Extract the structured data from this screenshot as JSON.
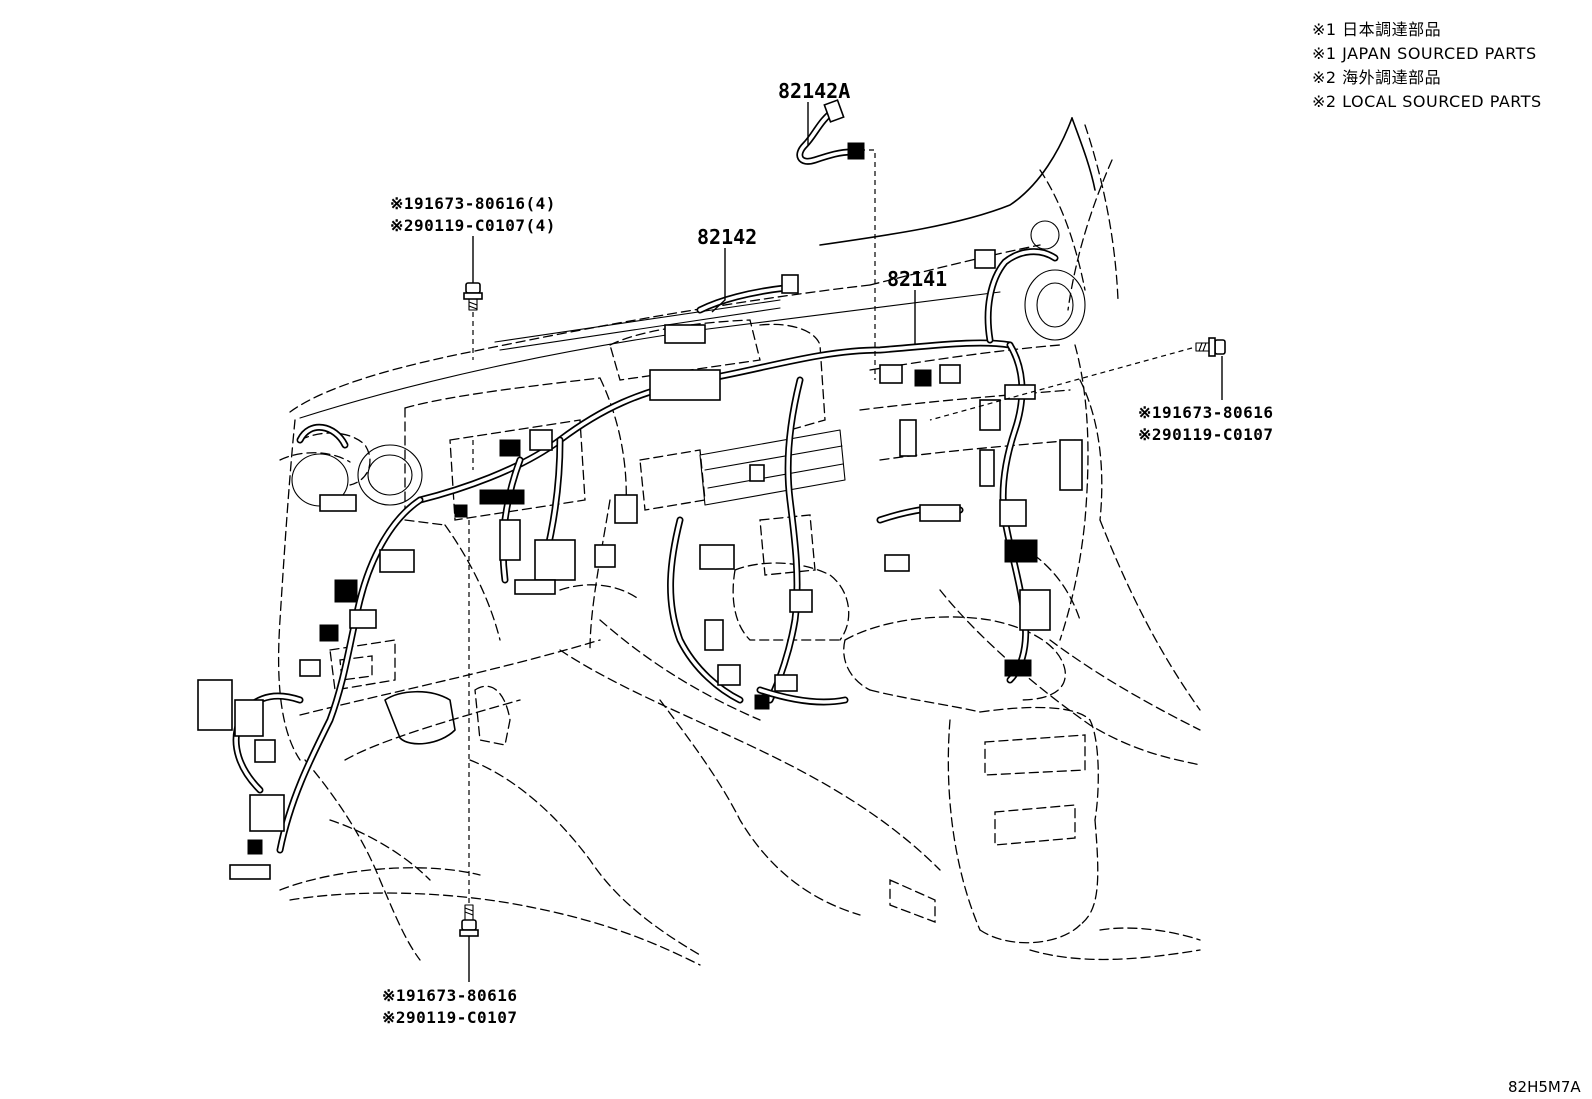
{
  "legend": [
    "※1 日本調達部品",
    "※1 JAPAN SOURCED PARTS",
    "※2 海外調達部品",
    "※2 LOCAL SOURCED PARTS"
  ],
  "parts": {
    "p82142A": "82142A",
    "p82142": "82142",
    "p82141": "82141"
  },
  "fasteners": {
    "top_left": [
      "※191673-80616(4)",
      "※290119-C0107(4)"
    ],
    "right": [
      "※191673-80616",
      "※290119-C0107"
    ],
    "bottom": [
      "※191673-80616",
      "※290119-C0107"
    ]
  },
  "diagram_code": "82H5M7A"
}
